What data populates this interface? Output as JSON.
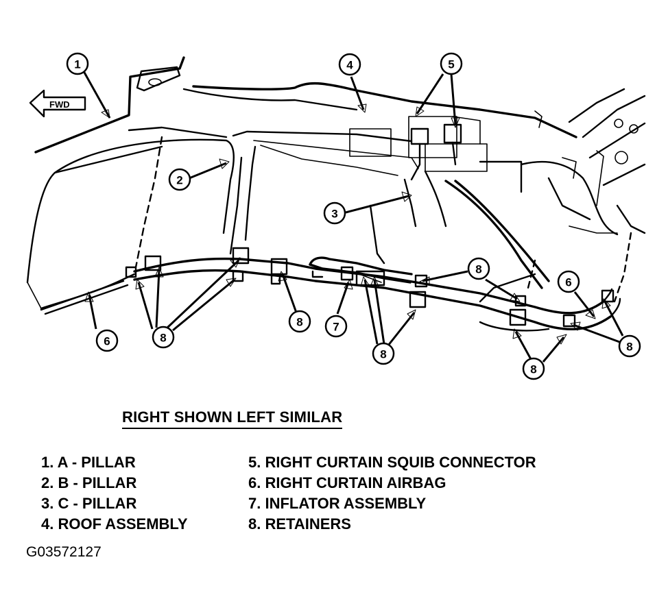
{
  "diagram": {
    "fwd_label": "FWD",
    "subtitle": "RIGHT SHOWN LEFT SIMILAR",
    "figure_id": "G03572127",
    "legend_left": [
      "1. A - PILLAR",
      "2. B - PILLAR",
      "3. C - PILLAR",
      "4. ROOF ASSEMBLY"
    ],
    "legend_right": [
      "5. RIGHT CURTAIN SQUIB CONNECTOR",
      "6. RIGHT CURTAIN AIRBAG",
      "7. INFLATOR ASSEMBLY",
      "8. RETAINERS"
    ],
    "callouts": [
      "1",
      "2",
      "3",
      "4",
      "5",
      "6",
      "6",
      "7",
      "8",
      "8",
      "8",
      "8",
      "8",
      "8"
    ]
  }
}
